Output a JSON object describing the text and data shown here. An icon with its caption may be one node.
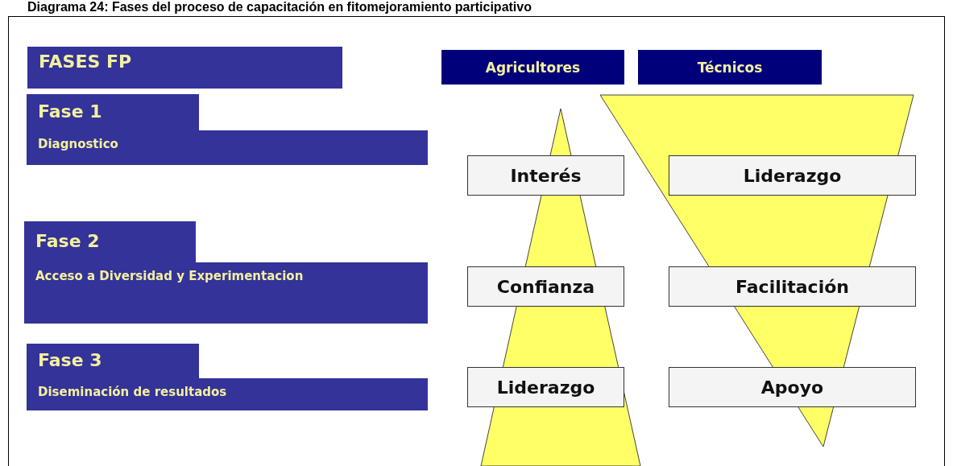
{
  "diagram": {
    "title": "Diagrama 24: Fases del proceso de capacitación en fitomejoramiento participativo",
    "nodes": [
      {
        "text": [
          "FASES FP"
        ]
      },
      {
        "text": [
          "Fase 1",
          "Diagnostico"
        ]
      },
      {
        "text": [
          "Fase 2",
          "Acceso a Diversidad y Experimentacion"
        ]
      },
      {
        "text": [
          "Fase 3",
          "Diseminación de resultados"
        ]
      },
      {
        "text": [
          "Agricultores"
        ]
      },
      {
        "text": [
          "Técnicos"
        ]
      },
      {
        "text": [
          "Interés"
        ]
      },
      {
        "text": [
          "Liderazgo"
        ]
      },
      {
        "text": [
          "Confianza"
        ]
      },
      {
        "text": [
          "Facilitación"
        ]
      },
      {
        "text": [
          "Liderazgo"
        ]
      },
      {
        "text": [
          "Apoyo"
        ]
      }
    ],
    "edges": []
  }
}
